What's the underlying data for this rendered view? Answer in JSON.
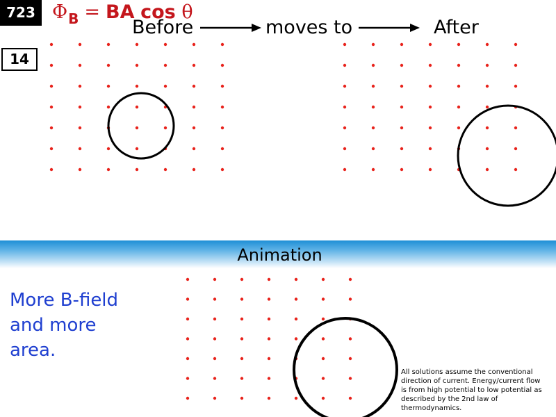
{
  "slide": {
    "number": "723",
    "sub_number": "14"
  },
  "formula": {
    "phi": "Φ",
    "phi_sub": "B",
    "equals": "=",
    "ba": "BA",
    "cos": "cos",
    "theta": "θ"
  },
  "sequence": {
    "before_label": "Before",
    "moves_label": "moves to",
    "after_label": "After"
  },
  "band": {
    "label": "Animation"
  },
  "note": {
    "line1": "More B-field",
    "line2": "and more",
    "line3": "area."
  },
  "disclaimer": {
    "line1": "All solutions assume the conventional",
    "line2": "direction of current. Energy/current flow",
    "line3": "is from high potential to low potential as",
    "line4": "described by the 2nd law of",
    "line5": "thermodynamics."
  },
  "colors": {
    "dot": "#e8231c",
    "formula": "#c4161c",
    "note": "#1f3fd0",
    "band_top": "#1e8fd6"
  }
}
